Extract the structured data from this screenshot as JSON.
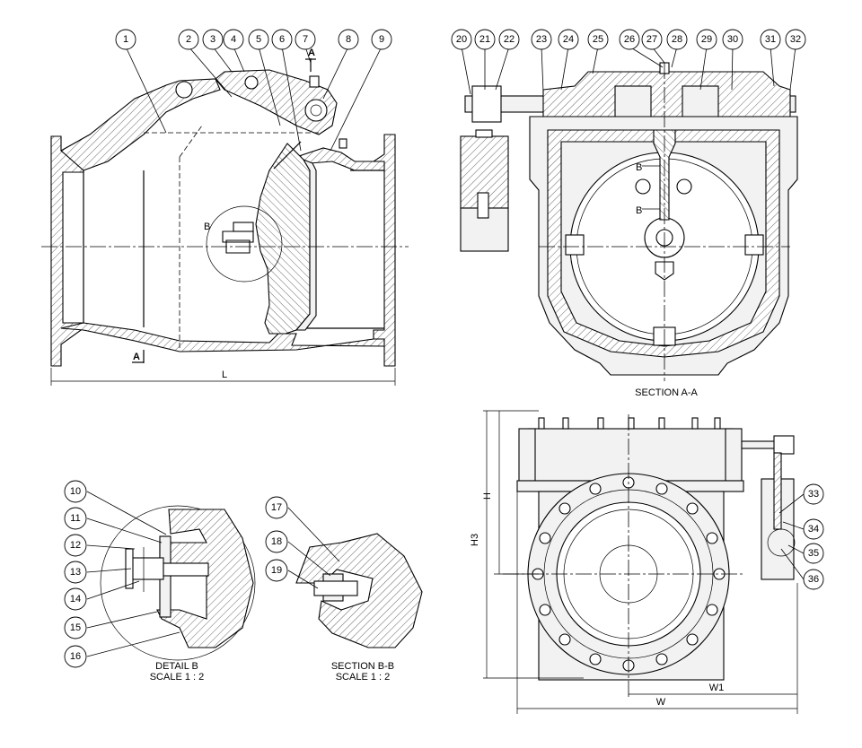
{
  "balloons": [
    {
      "id": "b1",
      "text": "1"
    },
    {
      "id": "b2",
      "text": "2"
    },
    {
      "id": "b3",
      "text": "3"
    },
    {
      "id": "b4",
      "text": "4"
    },
    {
      "id": "b5",
      "text": "5"
    },
    {
      "id": "b6",
      "text": "6"
    },
    {
      "id": "b7",
      "text": "7"
    },
    {
      "id": "b8",
      "text": "8"
    },
    {
      "id": "b9",
      "text": "9"
    },
    {
      "id": "b10",
      "text": "10"
    },
    {
      "id": "b11",
      "text": "11"
    },
    {
      "id": "b12",
      "text": "12"
    },
    {
      "id": "b13",
      "text": "13"
    },
    {
      "id": "b14",
      "text": "14"
    },
    {
      "id": "b15",
      "text": "15"
    },
    {
      "id": "b16",
      "text": "16"
    },
    {
      "id": "b17",
      "text": "17"
    },
    {
      "id": "b18",
      "text": "18"
    },
    {
      "id": "b19",
      "text": "19"
    },
    {
      "id": "b20",
      "text": "20"
    },
    {
      "id": "b21",
      "text": "21"
    },
    {
      "id": "b22",
      "text": "22"
    },
    {
      "id": "b23",
      "text": "23"
    },
    {
      "id": "b24",
      "text": "24"
    },
    {
      "id": "b25",
      "text": "25"
    },
    {
      "id": "b26",
      "text": "26"
    },
    {
      "id": "b27",
      "text": "27"
    },
    {
      "id": "b28",
      "text": "28"
    },
    {
      "id": "b29",
      "text": "29"
    },
    {
      "id": "b30",
      "text": "30"
    },
    {
      "id": "b31",
      "text": "31"
    },
    {
      "id": "b32",
      "text": "32"
    },
    {
      "id": "b33",
      "text": "33"
    },
    {
      "id": "b34",
      "text": "34"
    },
    {
      "id": "b35",
      "text": "35"
    },
    {
      "id": "b36",
      "text": "36"
    }
  ],
  "labels": {
    "section_marker": "A",
    "detail_marker": "B",
    "length_dim": "L",
    "section_aa": "SECTION A-A",
    "detail_b_title": "DETAIL B",
    "detail_b_scale": "SCALE 1 : 2",
    "section_bb_title": "SECTION B-B",
    "section_bb_scale": "SCALE 1 : 2",
    "dim_h": "H",
    "dim_h3": "H3",
    "dim_w": "W",
    "dim_w1": "W1"
  }
}
